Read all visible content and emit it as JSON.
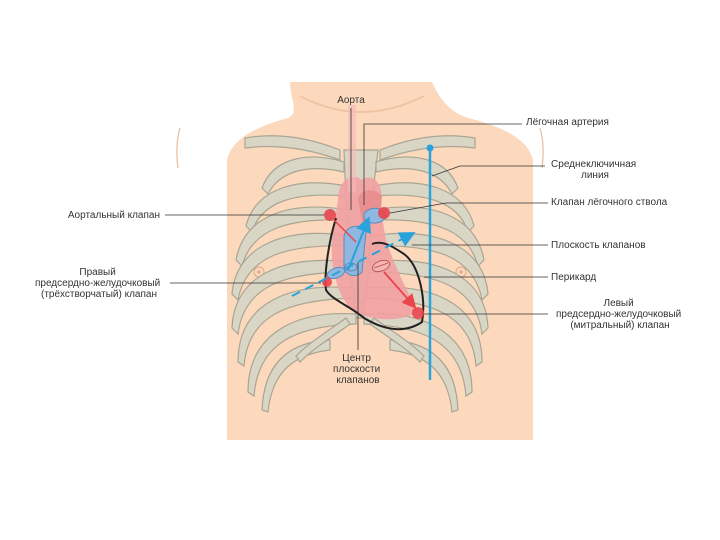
{
  "labels": {
    "aorta": "Аорта",
    "pulmonary_artery": "Лёгочная артерия",
    "midclavicular_line": [
      "Среднеключичная",
      "линия"
    ],
    "pulmonary_valve": "Клапан лёгочного ствола",
    "aortic_valve": "Аортальный клапан",
    "valve_plane": "Плоскость клапанов",
    "tricuspid_valve": [
      "Правый",
      "предсердно-желудочковый",
      "(трёхстворчатый) клапан"
    ],
    "pericardium": "Перикард",
    "mitral_valve": [
      "Левый",
      "предсердно-желудочковый",
      "(митральный) клапан"
    ],
    "valve_plane_center": [
      "Центр",
      "плоскости",
      "клапанов"
    ]
  },
  "colors": {
    "skin": "#fcd9bd",
    "bone": "#d9d6c6",
    "bone_outline": "#a8a592",
    "heart": "#f2a1a1",
    "valve_dot": "#e8454d",
    "valve_blue": "#8fb7df",
    "line_blue": "#29a3dc",
    "pericardium_outline": "#222222"
  }
}
